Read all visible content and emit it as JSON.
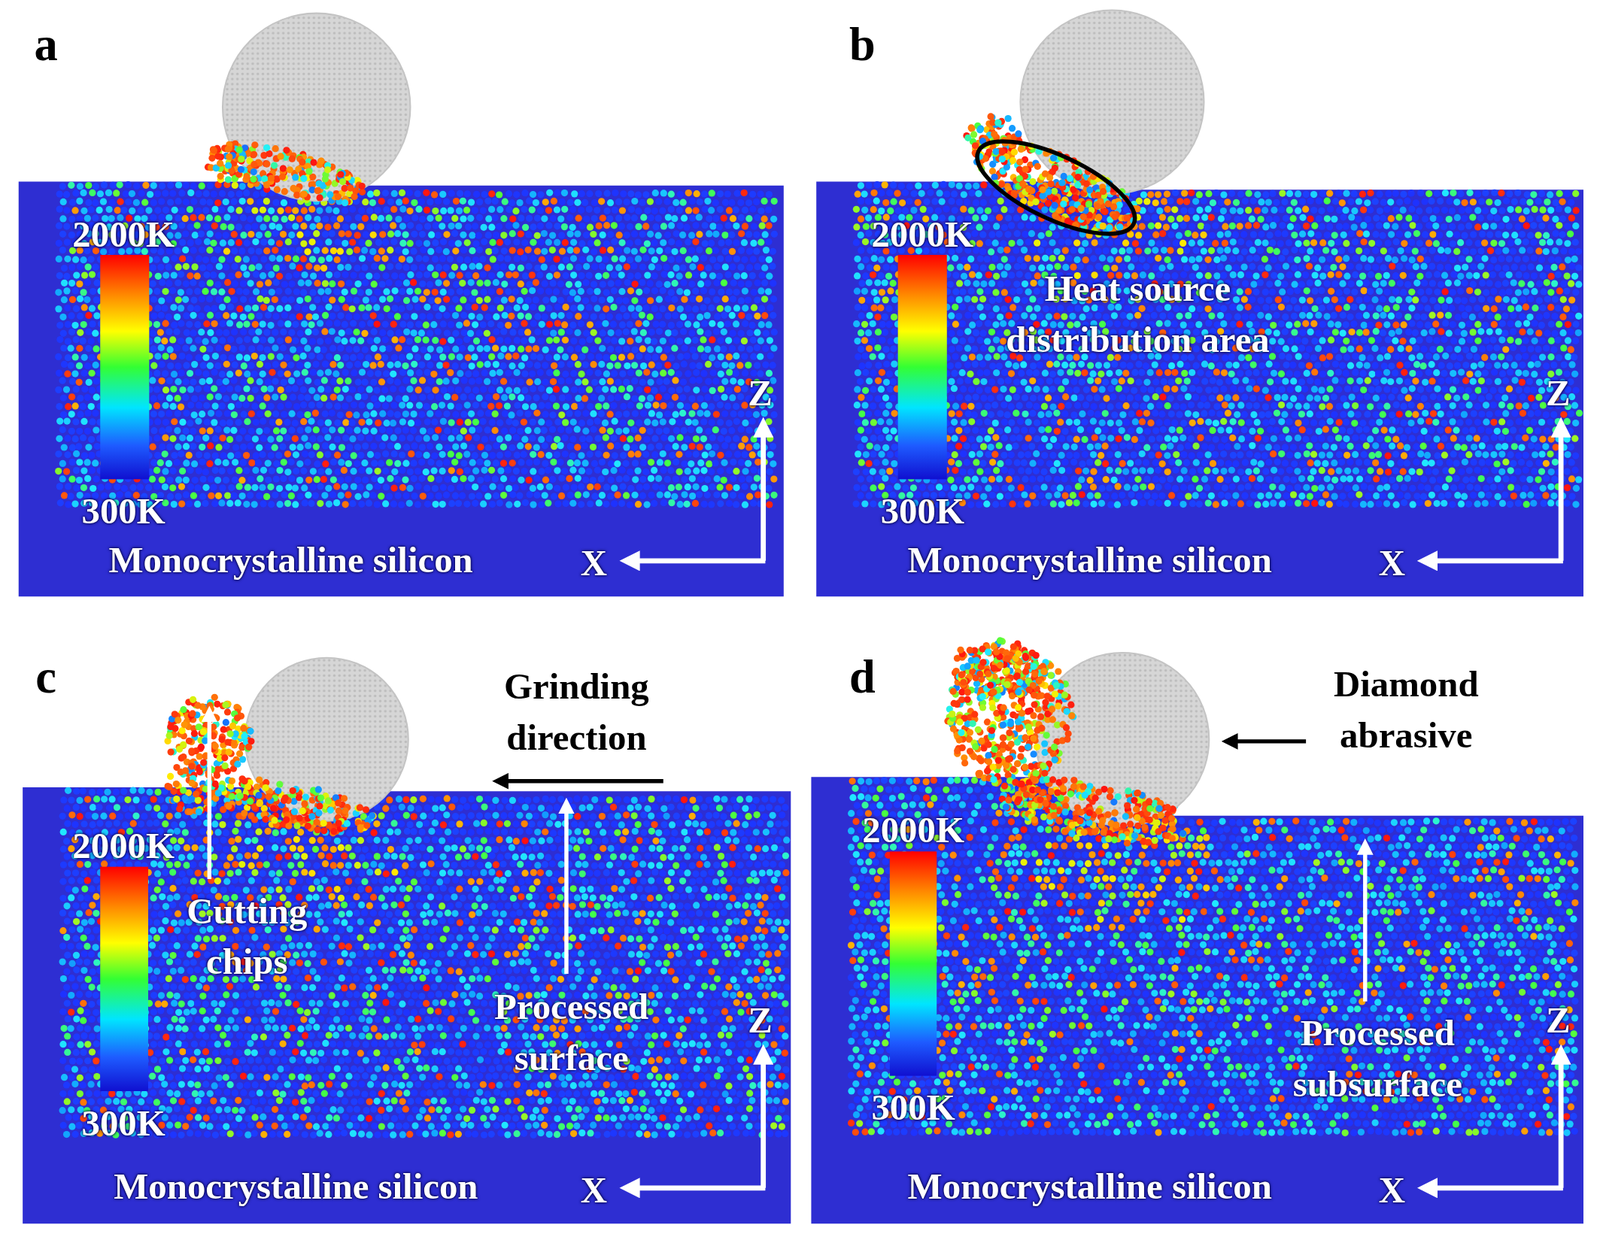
{
  "diagram": {
    "labels": [
      "a",
      "2000K",
      "300K",
      "Monocrystalline silicon",
      "Z",
      "X",
      "b",
      "2000K",
      "300K",
      "Heat source distribution area",
      "Monocrystalline silicon",
      "Z",
      "X",
      "c",
      "Grinding direction",
      "2000K",
      "Cutting chips",
      "Processed surface",
      "300K",
      "Monocrystalline silicon",
      "Z",
      "X",
      "d",
      "Diamond abrasive",
      "2000K",
      "Processed subsurface",
      "300K",
      "Monocrystalline silicon",
      "Z",
      "X"
    ]
  }
}
